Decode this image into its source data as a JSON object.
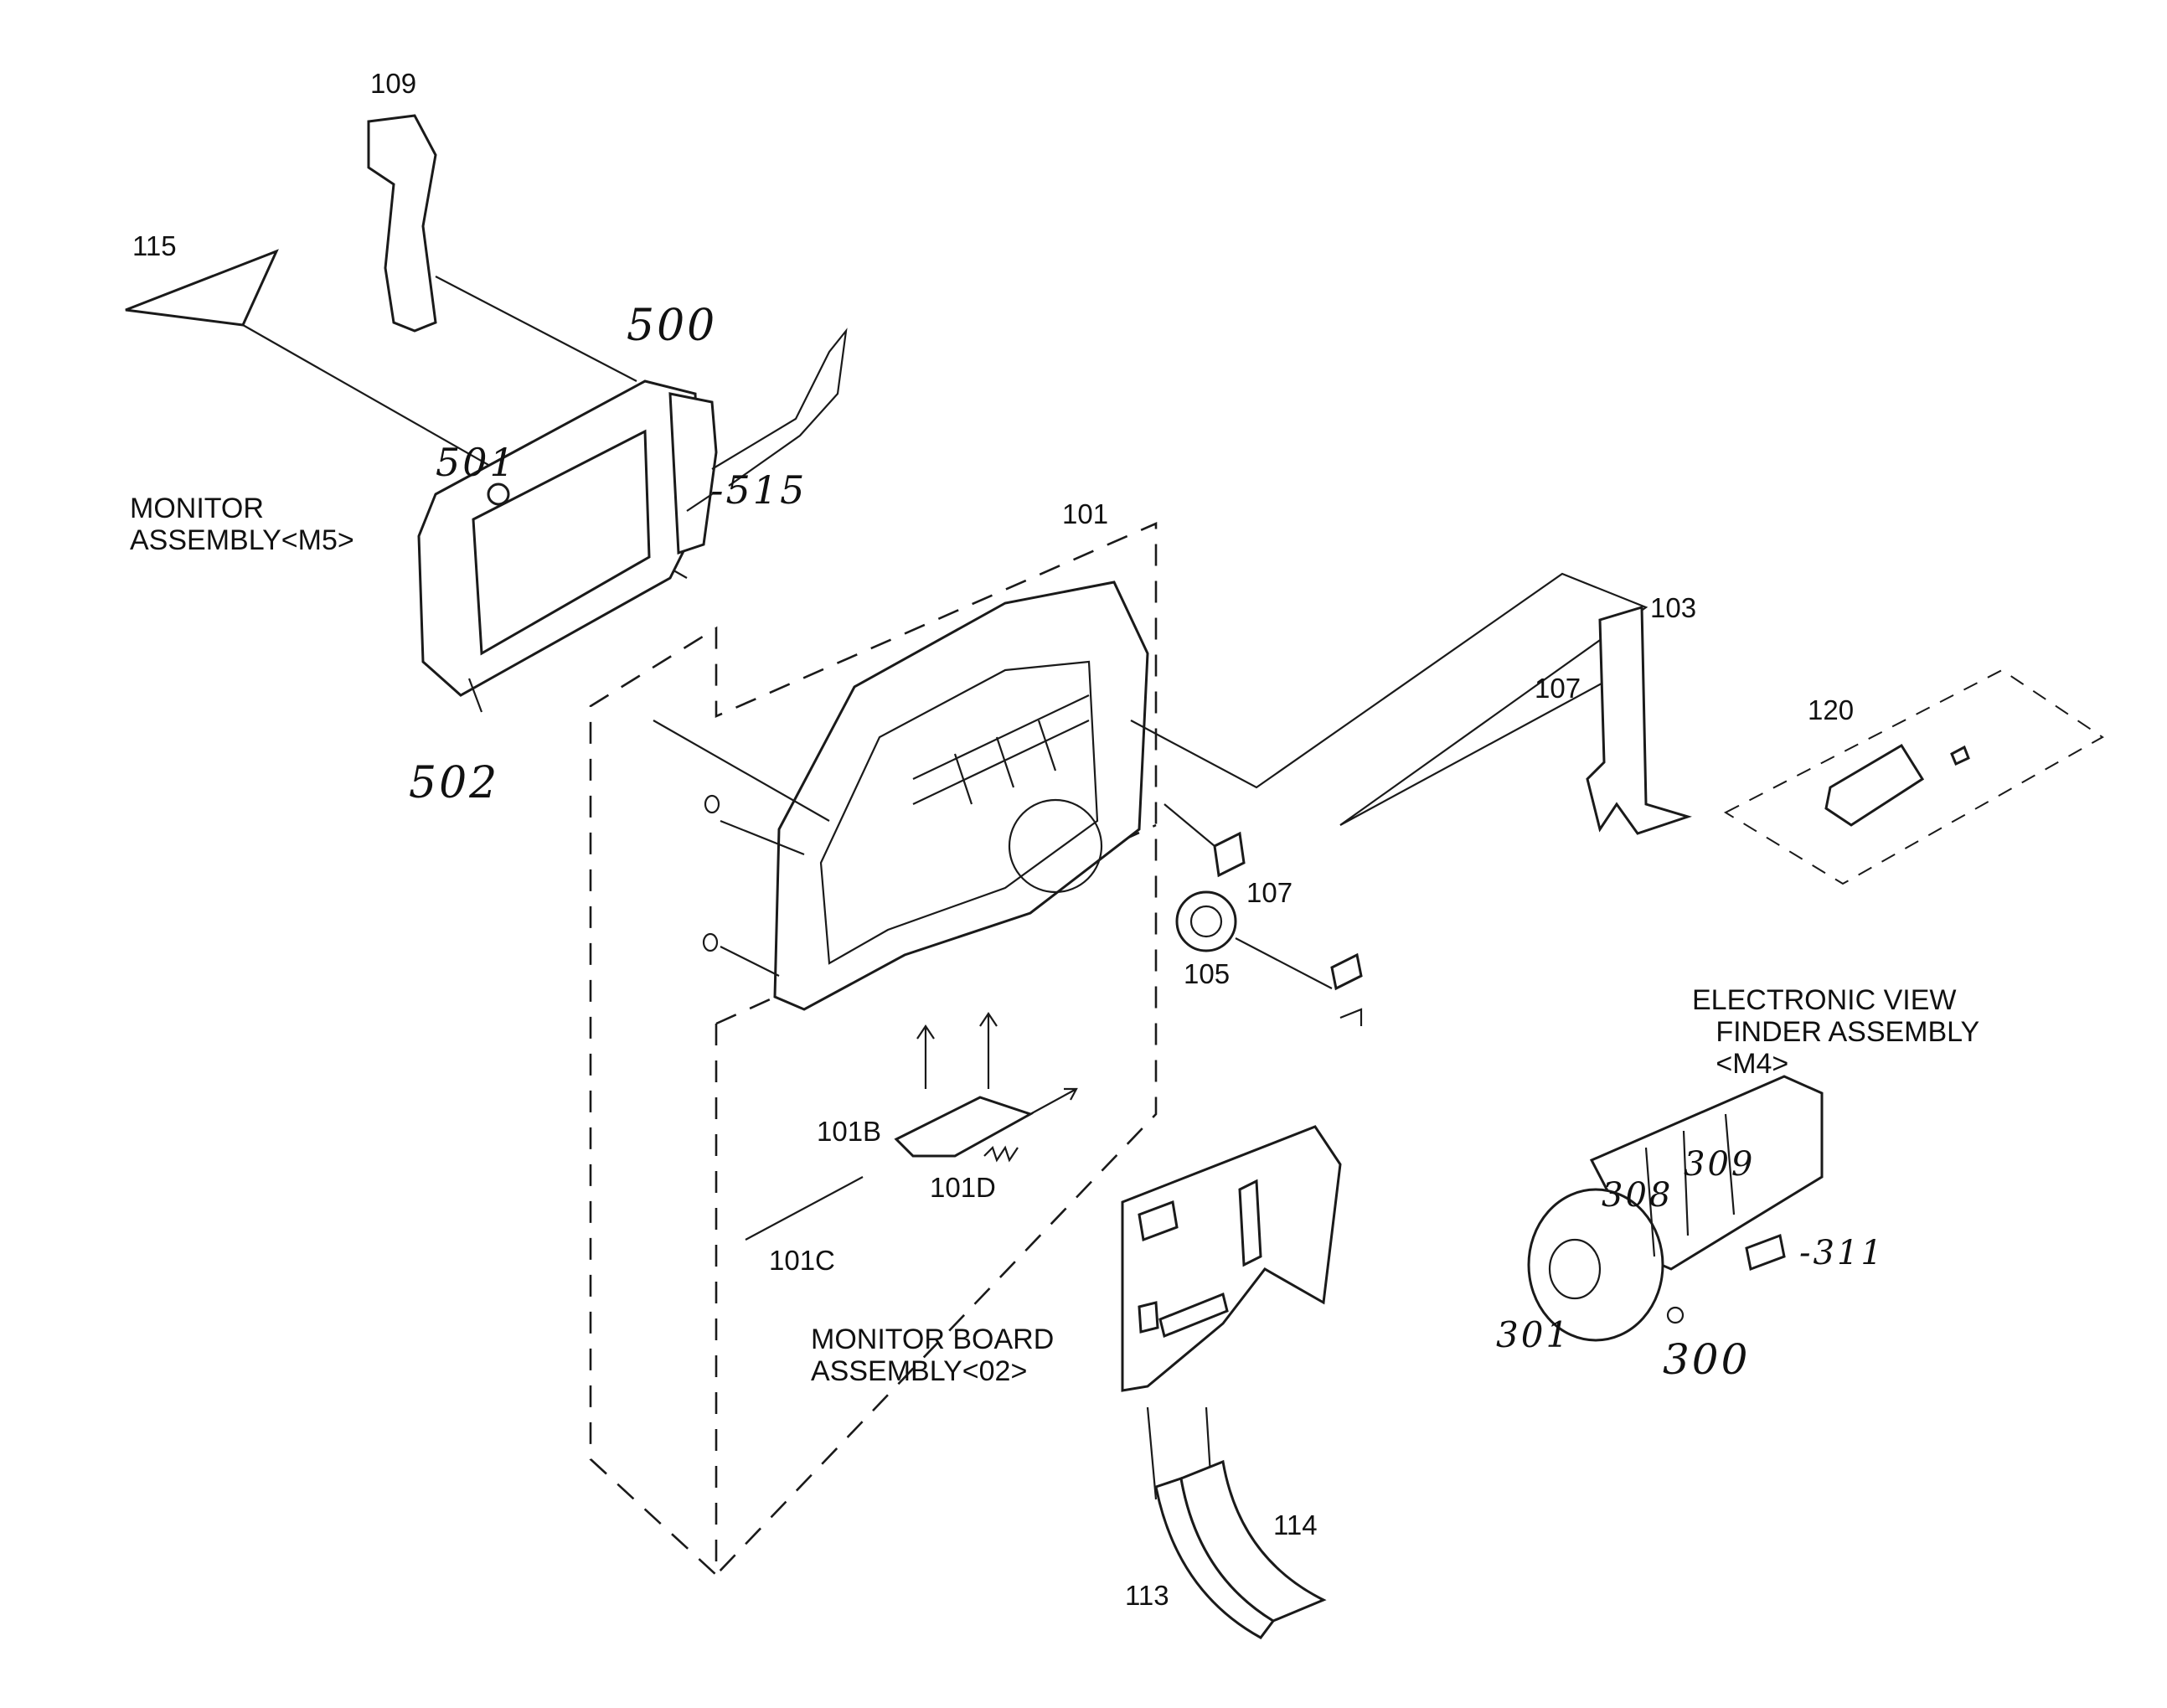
{
  "diagram": {
    "labels": {
      "l109": "109",
      "l115": "115",
      "l500": "500",
      "l501": "501",
      "l515": "-515",
      "l502": "502",
      "monitor_assembly": "MONITOR\nASSEMBLY<M5>",
      "l101": "101",
      "l103": "103",
      "l107a": "107",
      "l120": "120",
      "l107b": "107",
      "l105": "105",
      "evf_assembly": "ELECTRONIC VIEW\n   FINDER ASSEMBLY\n   <M4>",
      "l101b": "101B",
      "l101d": "101D",
      "l101c": "101C",
      "l309": "309",
      "l308": "308",
      "l311": "-311",
      "monitor_board_assembly": "MONITOR BOARD\nASSEMBLY<02>",
      "l301": "301",
      "l300": "300",
      "l114": "114",
      "l113": "113"
    }
  }
}
